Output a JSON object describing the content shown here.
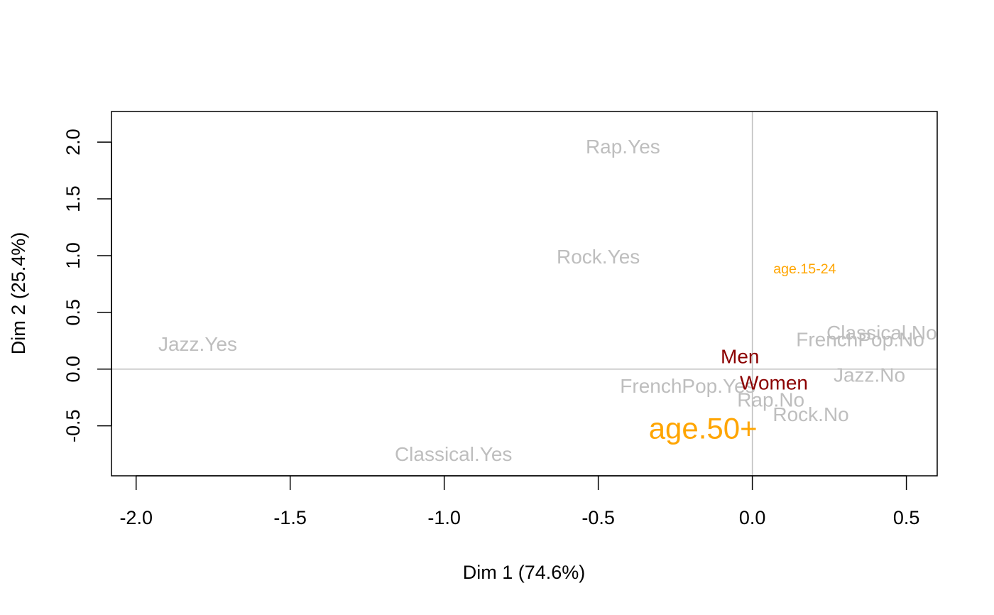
{
  "chart_data": {
    "type": "scatter",
    "title": "",
    "xlabel": "Dim 1 (74.6%)",
    "ylabel": "Dim 2 (25.4%)",
    "xlim": [
      -2.08,
      0.6
    ],
    "ylim": [
      -0.94,
      2.27
    ],
    "xticks": [
      -2.0,
      -1.5,
      -1.0,
      -0.5,
      0.0,
      0.5
    ],
    "xtick_labels": [
      "-2.0",
      "-1.5",
      "-1.0",
      "-0.5",
      "0.0",
      "0.5"
    ],
    "yticks": [
      -0.5,
      0.0,
      0.5,
      1.0,
      1.5,
      2.0
    ],
    "ytick_labels": [
      "-0.5",
      "0.0",
      "0.5",
      "1.0",
      "1.5",
      "2.0"
    ],
    "reference_lines": {
      "x": 0,
      "y": 0,
      "color": "#bebebe"
    },
    "grid": false,
    "colors": {
      "inactive": "#bebebe",
      "sex": "#8b0000",
      "age": "#ffa500"
    },
    "points": [
      {
        "label": "Rap.Yes",
        "x": -0.42,
        "y": 1.96,
        "group": "inactive",
        "size": 1.0
      },
      {
        "label": "Rock.Yes",
        "x": -0.5,
        "y": 0.99,
        "group": "inactive",
        "size": 1.0
      },
      {
        "label": "Jazz.Yes",
        "x": -1.8,
        "y": 0.22,
        "group": "inactive",
        "size": 1.0
      },
      {
        "label": "Classical.Yes",
        "x": -0.97,
        "y": -0.75,
        "group": "inactive",
        "size": 1.0
      },
      {
        "label": "FrenchPop.Yes",
        "x": -0.21,
        "y": -0.15,
        "group": "inactive",
        "size": 1.0
      },
      {
        "label": "Rap.No",
        "x": 0.06,
        "y": -0.27,
        "group": "inactive",
        "size": 1.0
      },
      {
        "label": "Rock.No",
        "x": 0.19,
        "y": -0.4,
        "group": "inactive",
        "size": 1.0
      },
      {
        "label": "Jazz.No",
        "x": 0.38,
        "y": -0.05,
        "group": "inactive",
        "size": 1.0
      },
      {
        "label": "FrenchPop.No",
        "x": 0.35,
        "y": 0.26,
        "group": "inactive",
        "size": 1.0
      },
      {
        "label": "Classical.No",
        "x": 0.42,
        "y": 0.32,
        "group": "inactive",
        "size": 1.0
      },
      {
        "label": "Men",
        "x": -0.04,
        "y": 0.11,
        "group": "sex",
        "size": 1.0
      },
      {
        "label": "Women",
        "x": 0.07,
        "y": -0.12,
        "group": "sex",
        "size": 1.0
      },
      {
        "label": "age.15-24",
        "x": 0.17,
        "y": 0.88,
        "group": "age",
        "size": 0.7
      },
      {
        "label": "age.50+",
        "x": -0.16,
        "y": -0.52,
        "group": "age",
        "size": 1.5
      }
    ]
  }
}
